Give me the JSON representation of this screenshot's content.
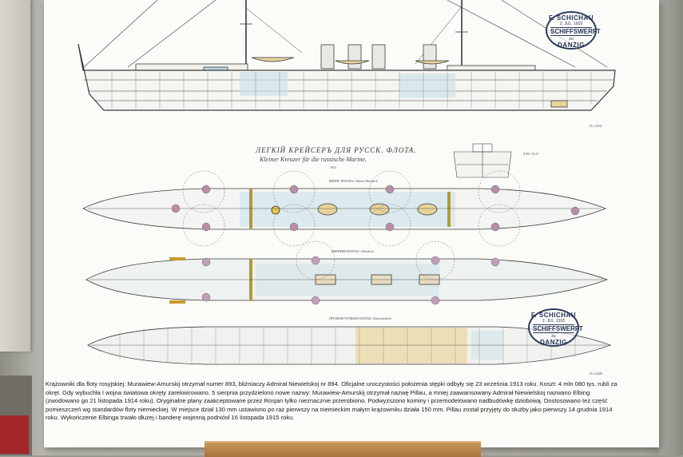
{
  "stamp": {
    "line1": "F. SCHICHAU",
    "line2": "2. JUL. 1915",
    "line3": "SCHIFFSWERFT",
    "line4": "zu",
    "line5": "DANZIG"
  },
  "drawing": {
    "title_ru": "ЛЕГКІЙ КРЕЙСЕРЪ ДЛЯ РУССК. ФЛОТА.",
    "title_de": "Kleiner Kreuzer für die russische Marine.",
    "year_label": "1913",
    "deck_label_1": "ВЕРХН. ПАЛУБА / Oberes Oberdeck",
    "deck_label_2": "ВЕРХНЯЯ ПАЛУБА / Oberdeck",
    "deck_label_3": "ПРОМЕЖУТОЧНАЯ ПАЛУБА / Zwischendeck",
    "sheet_no_1": "S 851 10.23",
    "sheet_no_2": "Nr. 12032",
    "sheet_no_3": "Nr. 12028"
  },
  "caption": {
    "text": "Krążowniki dla floty rosyjskiej: Murawiew-Amurskij otrzymał numer 893, bliźniaczy Admirał Niewielskoj nr 894. Oficjalne uroczystości położenia stępki odbyły się 23 września 1913 roku. Koszt: 4 mln 080 tys. rubli za okręt. Gdy wybuchła I wojna światowa okręty zarekwirowano. 5 sierpnia przydzielono nowe nazwy: Murawiew-Amurskij otrzymał nazwę Pillau, a mniej zaawansowany Admirał Niewielskoj nazwano Elbing (zwodowano go 21 listopada 1914 roku). Oryginalne plany zaakceptowane przez Rosjan tylko nieznacznie przerobiono. Podwyższono kominy i przemodelowano nadbudówkę dziobową. Dostosowano też część pomieszczeń wg standardów floty niemieckiej. W miejsce dział 130 mm ustawiono po raz pierwszy na niemieckim małym krążowniku działa 150 mm. Pillau został przyjęty do służby jako pierwszy 14 grudnia 1914 roku. Wykończenie Elbinga trwało dłużej i banderę wojenną podniósł 16 listopada 1915 roku."
  }
}
